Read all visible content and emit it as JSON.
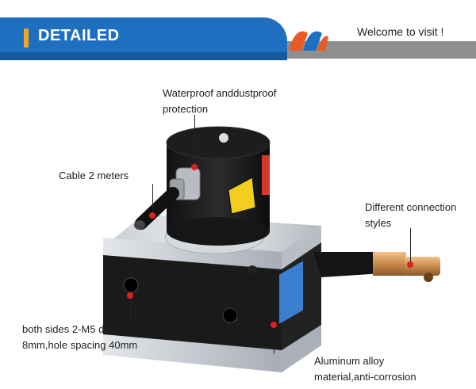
{
  "header": {
    "title": "DETAILED",
    "welcome": "Welcome to visit !",
    "colors": {
      "primary": "#1f6fc1",
      "accent": "#f5a623",
      "bar": "#8f8f8f"
    }
  },
  "logo": {
    "icon": "brand-logo-icon"
  },
  "product": {
    "icon": "draw-wire-sensor-icon"
  },
  "labels": {
    "waterproof": {
      "line1": "Waterproof anddustproof",
      "line2": "protection"
    },
    "cable": {
      "line1": "Cable 2 meters"
    },
    "connection": {
      "line1": "Different connection",
      "line2": "styles"
    },
    "holes": {
      "line1": "both sides 2-M5 deep",
      "line2": "8mm,hole spacing 40mm"
    },
    "material": {
      "line1": "Aluminum alloy",
      "line2": "material,anti-corrosion"
    }
  },
  "callout_color": "#e02020"
}
